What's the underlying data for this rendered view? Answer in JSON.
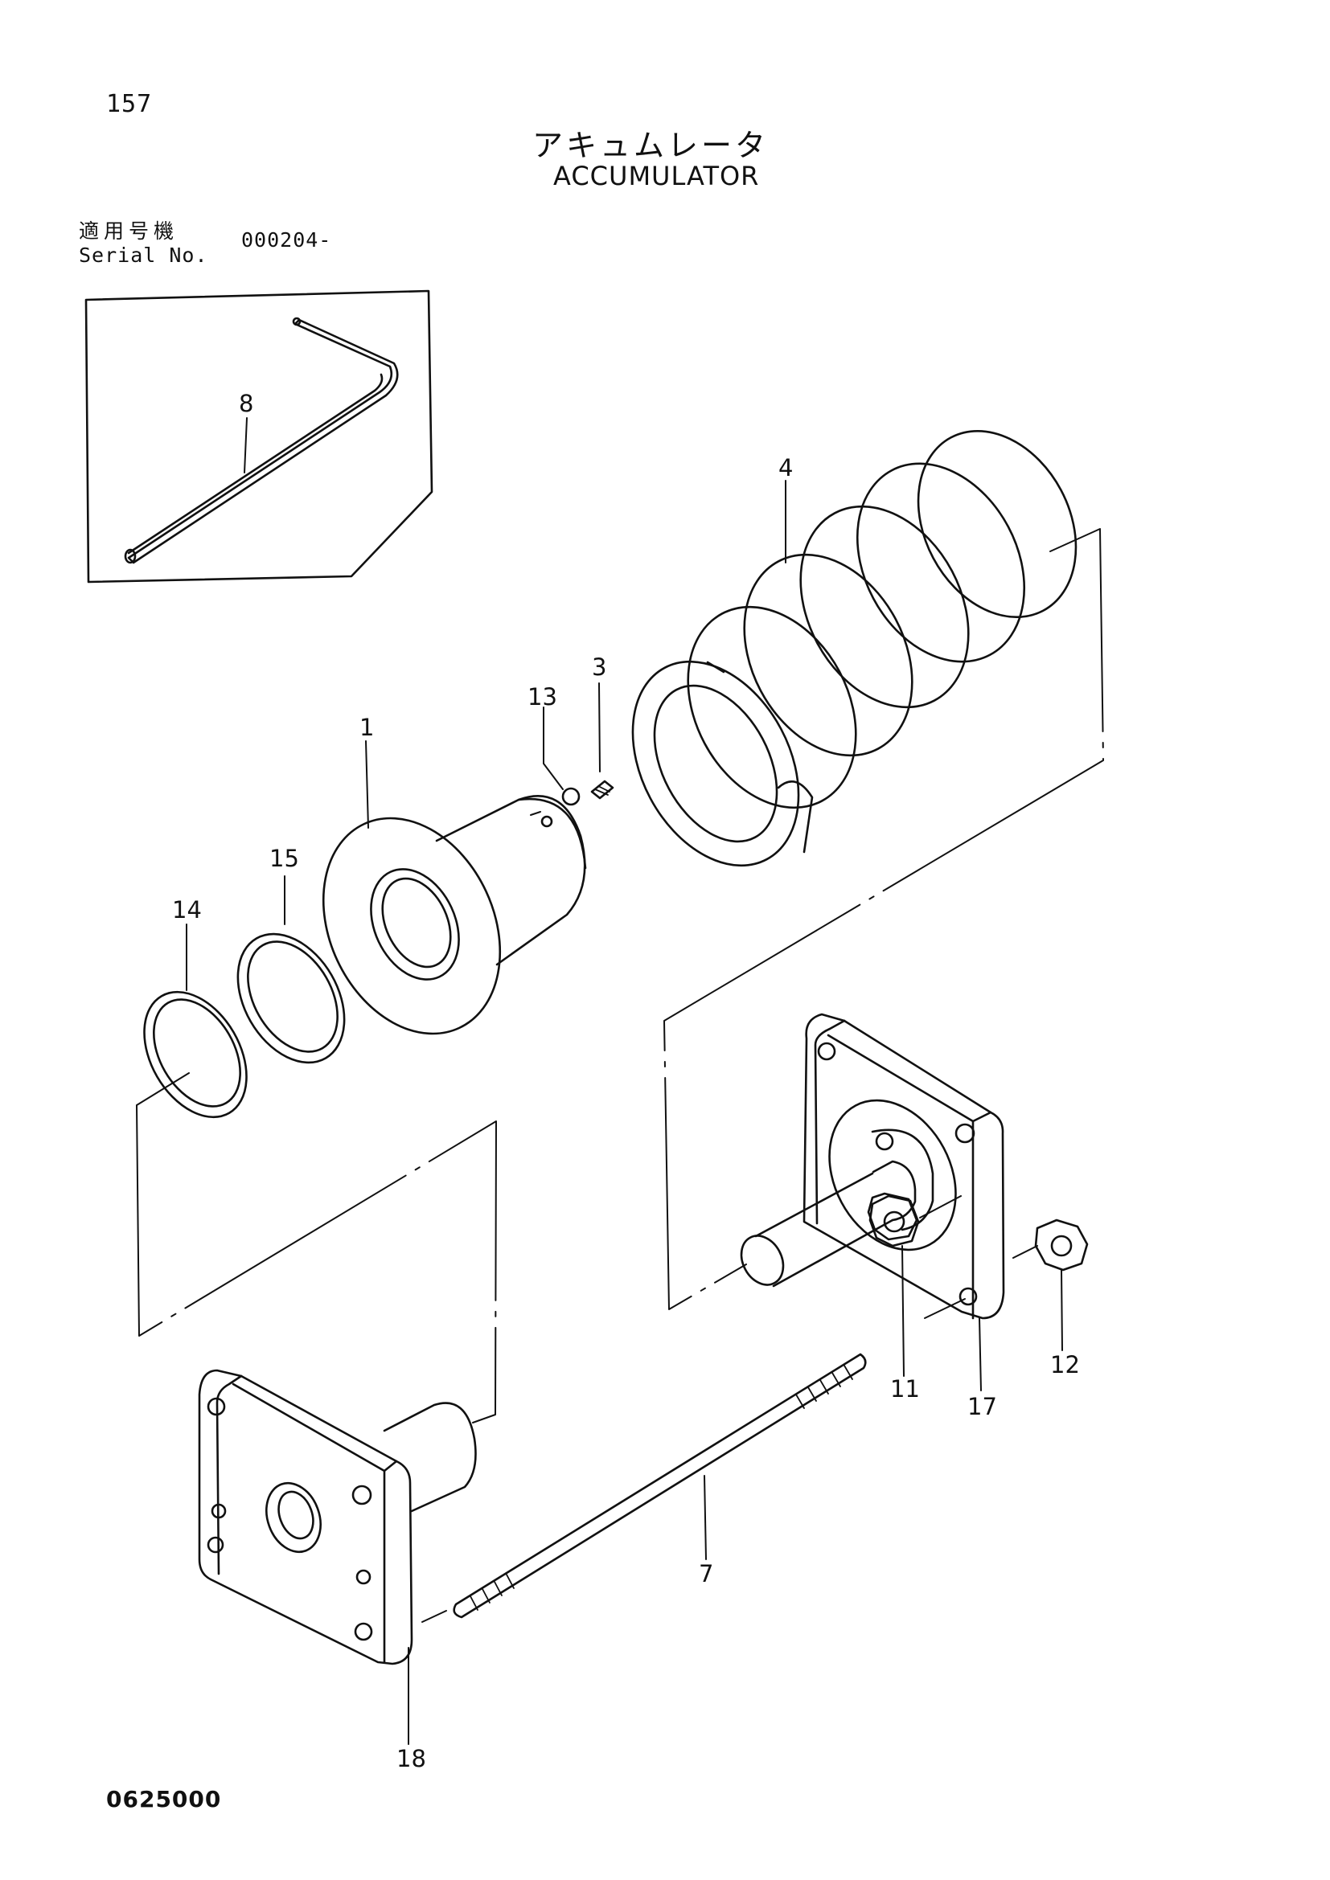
{
  "header": {
    "page_number": "157",
    "title_ja": "アキュムレータ",
    "title_en": "ACCUMULATOR",
    "serial_label_ja": "適用号機",
    "serial_label_en": "Serial No.",
    "serial_value": "000204-"
  },
  "parts": {
    "p1": "1",
    "p3": "3",
    "p4": "4",
    "p7": "7",
    "p8": "8",
    "p11": "11",
    "p12": "12",
    "p13": "13",
    "p14": "14",
    "p15": "15",
    "p17": "17",
    "p18": "18"
  },
  "footer": {
    "drawing_code": "0625000"
  }
}
